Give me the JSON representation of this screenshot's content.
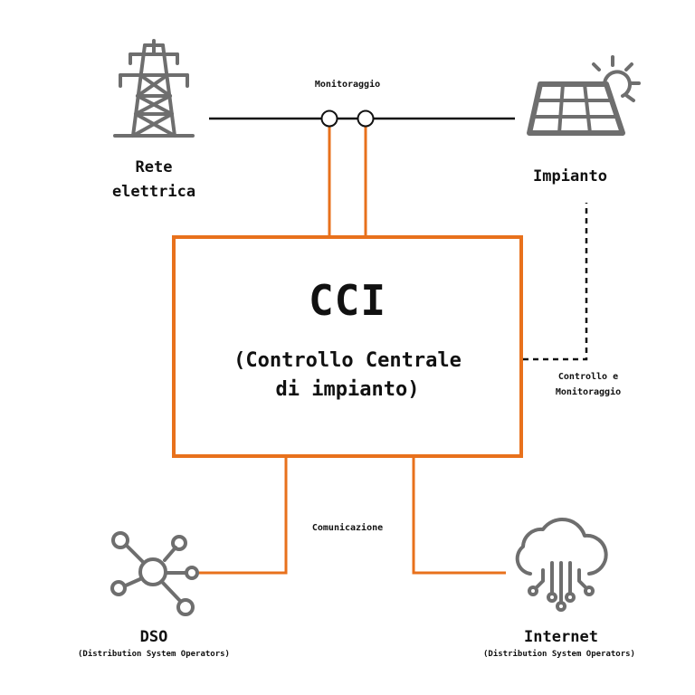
{
  "labels": {
    "grid_line1": "Rete",
    "grid_line2": "elettrica",
    "monitoring_top": "Monitoraggio",
    "plant": "Impianto",
    "cci_title": "CCI",
    "cci_sub1": "(Controllo Centrale",
    "cci_sub2": "di impianto)",
    "control_line1": "Controllo e",
    "control_line2": "Monitoraggio",
    "communication": "Comunicazione",
    "dso_title": "DSO",
    "dso_sub": "(Distribution System Operators)",
    "internet_title": "Internet",
    "internet_sub": "(Distribution System Operators)"
  },
  "icons": [
    "power-tower-icon",
    "solar-panel-icon",
    "network-hub-icon",
    "cloud-circuit-icon"
  ],
  "colors": {
    "accent": "#E8711C",
    "icon": "#6e6e6e",
    "line": "#111111"
  }
}
